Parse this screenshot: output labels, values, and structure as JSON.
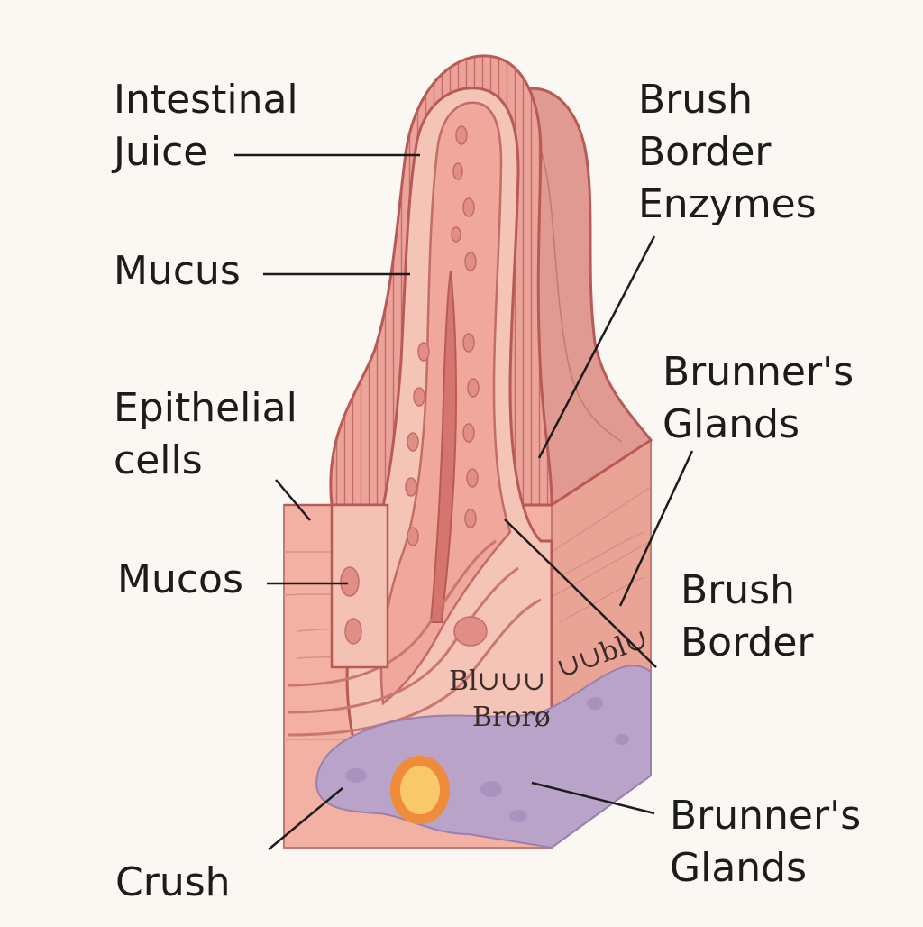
{
  "labels": {
    "intestinal_juice": [
      "Intestinal",
      "Juice"
    ],
    "mucus": "Mucus",
    "epithelial_cells": [
      "Epithelial",
      "cells"
    ],
    "mucos": "Mucos",
    "crush": "Crush",
    "brush_border_enzymes": [
      "Brush",
      "Border",
      "Enzymes"
    ],
    "brunners_glands_top": [
      "Brunner's",
      "Glands"
    ],
    "brush_border": [
      "Brush",
      "Border"
    ],
    "brunners_glands_bottom": [
      "Brunner's",
      "Glands"
    ]
  },
  "handwritten": {
    "line1": "Bl∪∪∪",
    "line2": "Brorø",
    "side": "∪∪bl∪"
  },
  "colors": {
    "background": "#fbf7f3",
    "villus": "#e59f97",
    "villus_outline": "#b85a55",
    "inner_core": "#f7d4c8",
    "tissue": "#f2b4a6",
    "gland": "#b9a3c8",
    "vessel_outer": "#ee8c3a",
    "vessel_inner": "#f9c86a",
    "leader": "#1c1c1c"
  }
}
